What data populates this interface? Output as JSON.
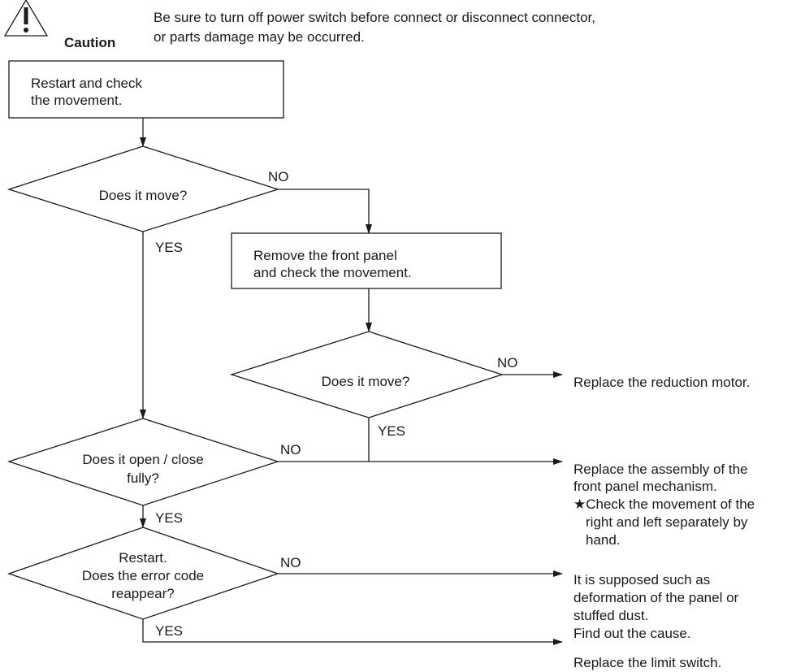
{
  "caution": {
    "icon": "warning-triangle-icon",
    "label": "Caution",
    "text_line1": "Be sure to turn off power switch before connect or disconnect connector,",
    "text_line2": "or parts damage may be occurred."
  },
  "boxes": {
    "restart_check": [
      "Restart and check",
      "the movement."
    ],
    "remove_panel": [
      "Remove the front panel",
      "and check the movement."
    ]
  },
  "decisions": {
    "move1": [
      "Does it move?"
    ],
    "move2": [
      "Does it move?"
    ],
    "open_close": [
      "Does it open / close",
      "fully?"
    ],
    "error_code": [
      "Restart.",
      "Does the error code",
      "reappear?"
    ]
  },
  "branch_labels": {
    "no": "NO",
    "yes": "YES"
  },
  "results": {
    "reduction_motor": "Replace the reduction motor.",
    "assembly": [
      "Replace the assembly of the",
      "front panel mechanism.",
      "★Check the movement of the",
      "right and left separately by",
      "hand."
    ],
    "deformation": [
      "It is supposed such as",
      "deformation of the panel or",
      "stuffed dust.",
      "Find out the cause."
    ],
    "limit_switch": "Replace the limit switch."
  }
}
